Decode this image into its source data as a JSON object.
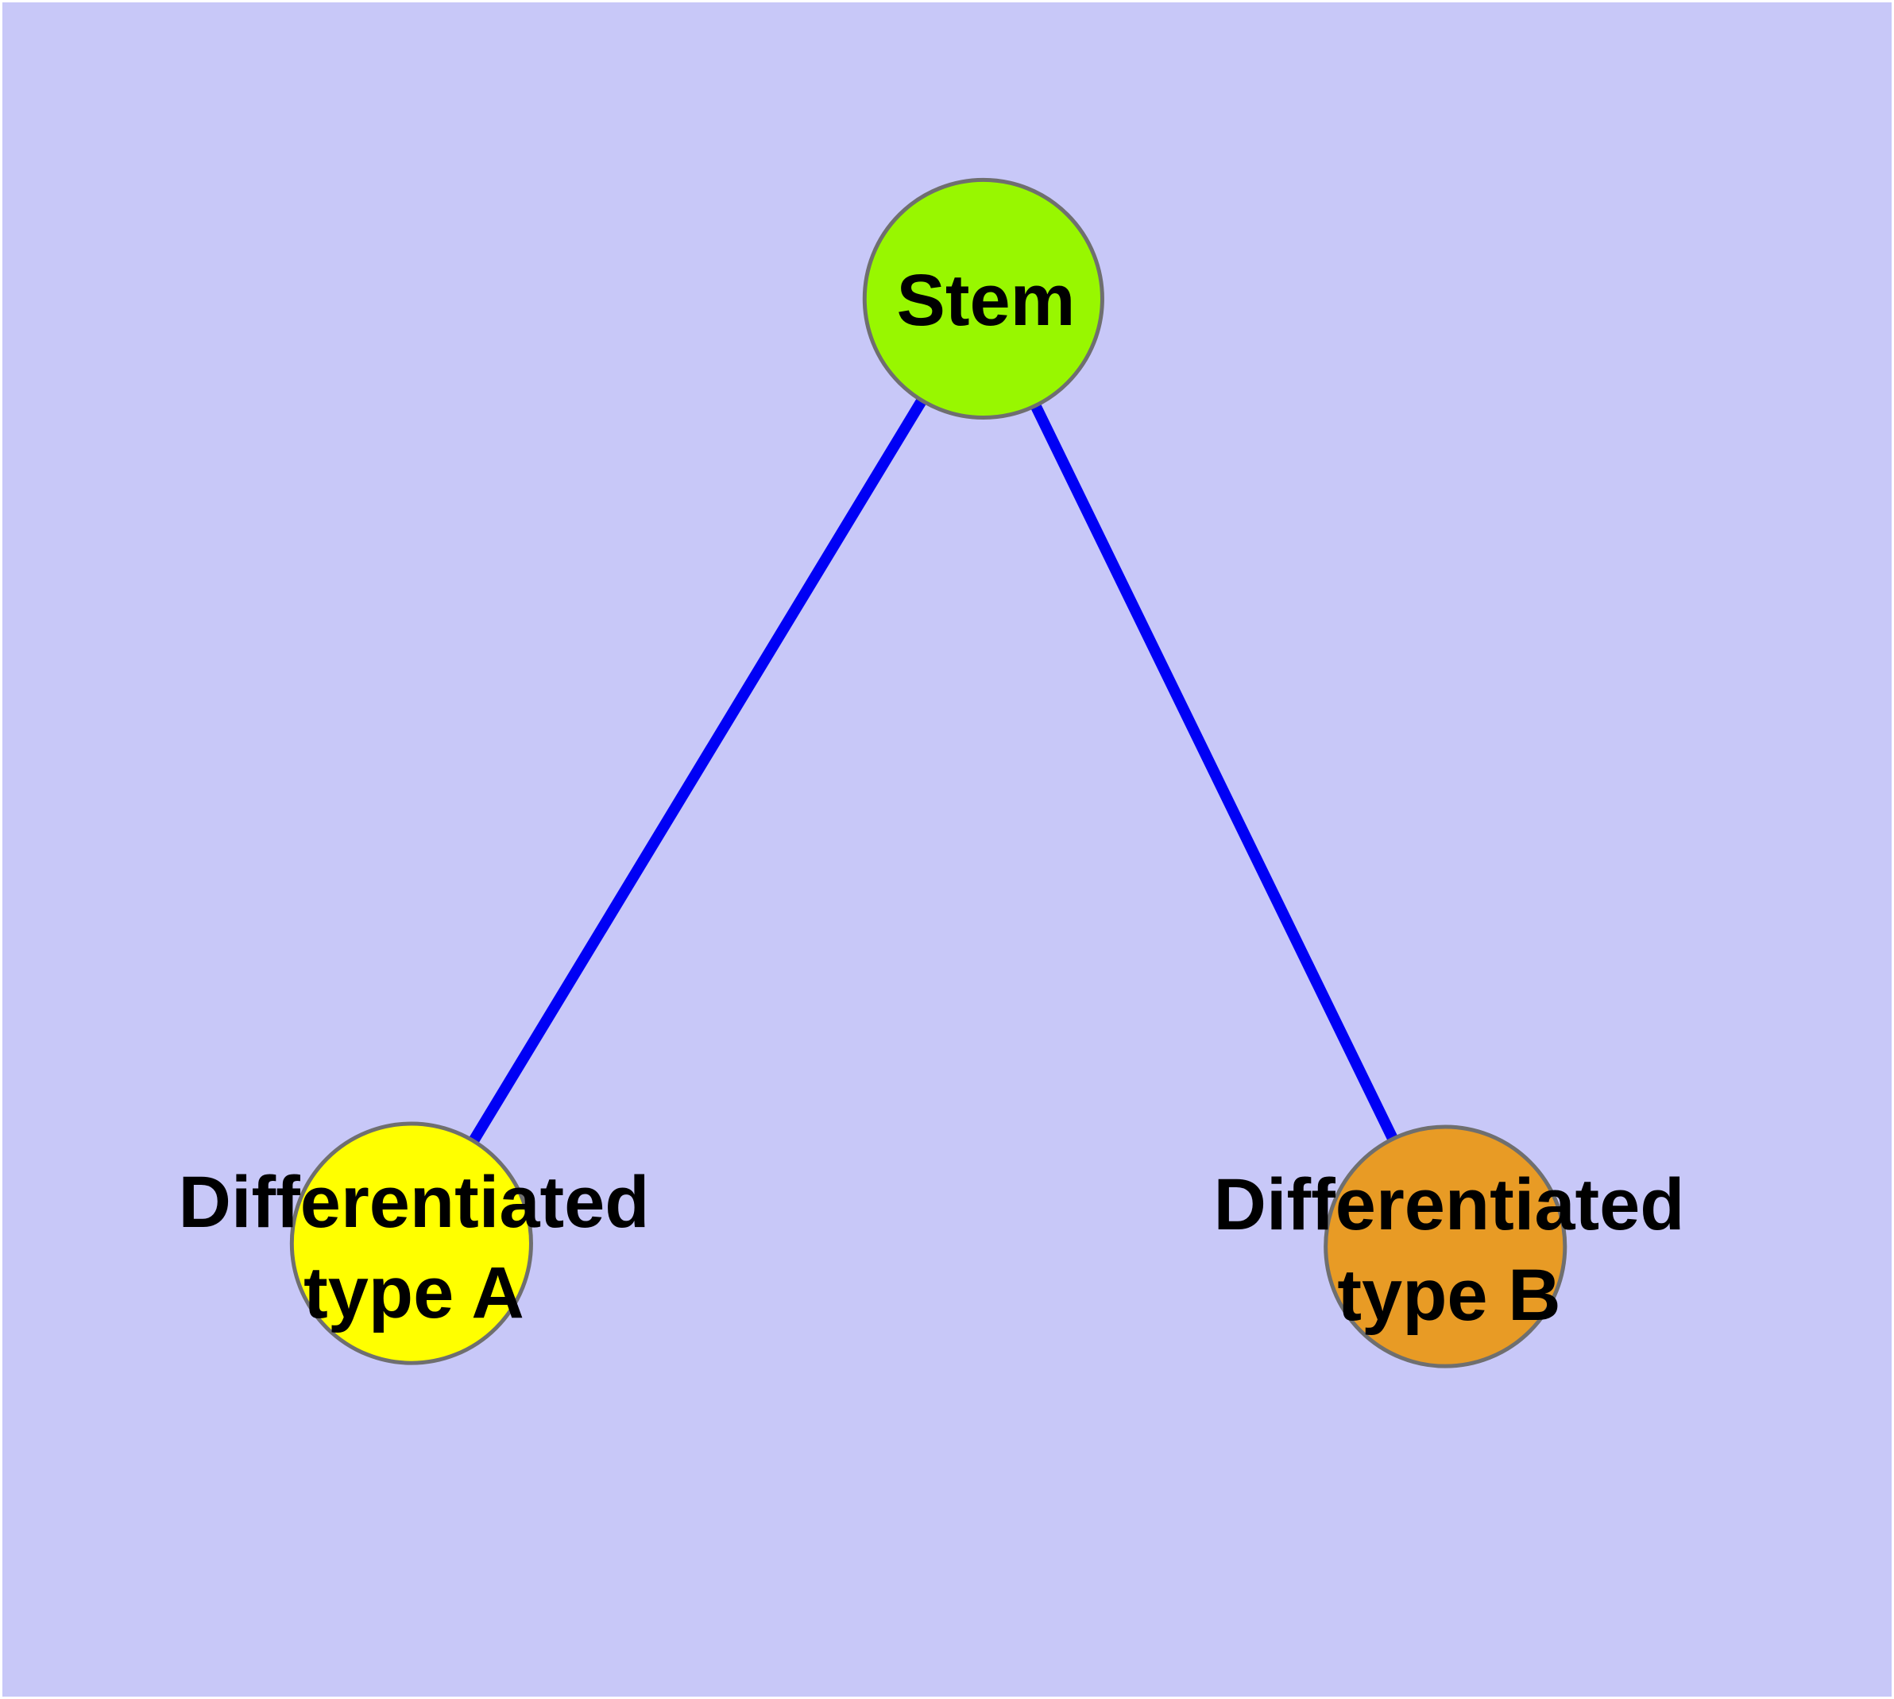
{
  "diagram": {
    "type": "node-link-graph",
    "background_color": "#C8C8F8",
    "frame_color": "#FFFFFF",
    "edge_color": "#0000F5",
    "node_border_color": "#6F6F6F",
    "label_color": "#000000",
    "nodes": {
      "stem": {
        "id": "stem",
        "label": "Stem",
        "label_lines": [
          "Stem"
        ],
        "color": "#98F700"
      },
      "type_a": {
        "id": "type_a",
        "label": "Differentiated type A",
        "label_lines": [
          "Differentiated",
          "type A"
        ],
        "color": "#FFFF00"
      },
      "type_b": {
        "id": "type_b",
        "label": "Differentiated type B",
        "label_lines": [
          "Differentiated",
          "type B"
        ],
        "color": "#E89B25"
      }
    },
    "edges": [
      {
        "source": "stem",
        "target": "type_a"
      },
      {
        "source": "stem",
        "target": "type_b"
      }
    ]
  }
}
